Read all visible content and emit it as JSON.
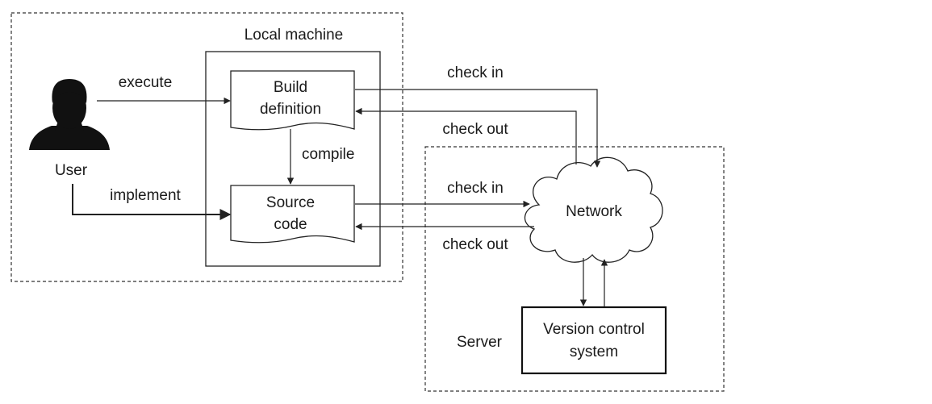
{
  "regions": {
    "local_machine_label": "Local machine",
    "server_label": "Server"
  },
  "actor": {
    "label": "User",
    "icon": "person-silhouette-icon"
  },
  "nodes": {
    "build_definition": [
      "Build",
      "definition"
    ],
    "source_code": [
      "Source",
      "code"
    ],
    "network": "Network",
    "vcs": [
      "Version control",
      "system"
    ]
  },
  "edges": {
    "execute": "execute",
    "implement": "implement",
    "compile": "compile",
    "build_check_in": "check in",
    "build_check_out": "check out",
    "source_check_in": "check in",
    "source_check_out": "check out"
  }
}
